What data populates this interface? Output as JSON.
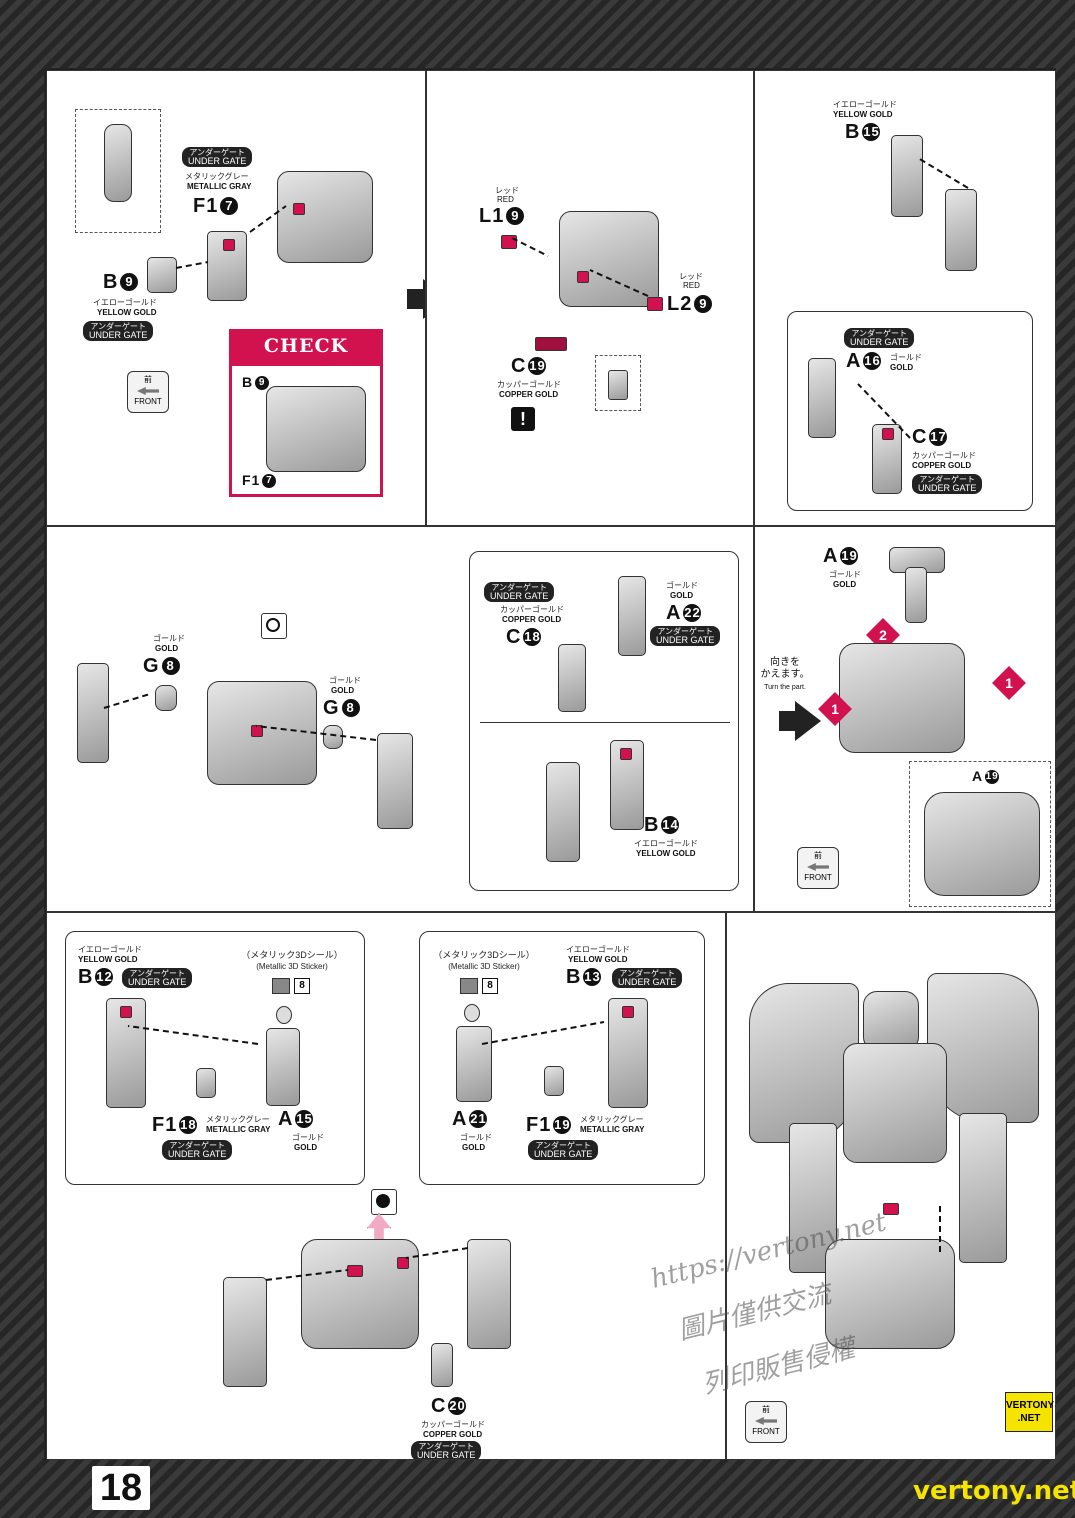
{
  "page_number": "18",
  "site": "vertony.net",
  "logo": {
    "line1": "VERTONY",
    "line2": ".NET"
  },
  "watermark": {
    "url": "https://vertony.net",
    "line1": "圖片僅供交流",
    "line2": "列印販售侵權"
  },
  "front_label": {
    "jp": "前",
    "en": "FRONT"
  },
  "under_gate": {
    "jp": "アンダーゲート",
    "en": "UNDER GATE"
  },
  "check_point": "CHECK POINT",
  "turn_part": {
    "jp1": "向きを",
    "jp2": "かえます。",
    "en": "Turn the part."
  },
  "sticker": {
    "jp": "（メタリック3Dシール）",
    "en": "(Metallic 3D Sticker)",
    "num": "8"
  },
  "steps": {
    "one": "1",
    "two": "2"
  },
  "colors": {
    "accent": "#d1124f",
    "dark": "#222222"
  },
  "parts": {
    "p1_f1": {
      "letter": "F1",
      "num": "7",
      "jp": "メタリックグレー",
      "en": "METALLIC GRAY"
    },
    "p1_b9": {
      "letter": "B",
      "num": "9",
      "jp": "イエローゴールド",
      "en": "YELLOW GOLD"
    },
    "p1_cp_b9": {
      "letter": "B",
      "num": "9"
    },
    "p1_cp_f1": {
      "letter": "F1",
      "num": "7"
    },
    "p2_l1": {
      "letter": "L1",
      "num": "9",
      "jp": "レッド",
      "en": "RED"
    },
    "p2_l2": {
      "letter": "L2",
      "num": "9",
      "jp": "レッド",
      "en": "RED"
    },
    "p2_c19": {
      "letter": "C",
      "num": "19",
      "jp": "カッパーゴールド",
      "en": "COPPER GOLD"
    },
    "p2_warn": "!",
    "p3_b15": {
      "letter": "B",
      "num": "15",
      "jp": "イエローゴールド",
      "en": "YELLOW GOLD"
    },
    "p3_a16": {
      "letter": "A",
      "num": "16",
      "jp": "ゴールド",
      "en": "GOLD"
    },
    "p3_c17": {
      "letter": "C",
      "num": "17",
      "jp": "カッパーゴールド",
      "en": "COPPER GOLD"
    },
    "p4_g8a": {
      "letter": "G",
      "num": "8",
      "jp": "ゴールド",
      "en": "GOLD"
    },
    "p4_g8b": {
      "letter": "G",
      "num": "8",
      "jp": "ゴールド",
      "en": "GOLD"
    },
    "p4_c18": {
      "letter": "C",
      "num": "18",
      "jp": "カッパーゴールド",
      "en": "COPPER GOLD"
    },
    "p4_a22": {
      "letter": "A",
      "num": "22",
      "jp": "ゴールド",
      "en": "GOLD"
    },
    "p4_b14": {
      "letter": "B",
      "num": "14",
      "jp": "イエローゴールド",
      "en": "YELLOW GOLD"
    },
    "p5_a19": {
      "letter": "A",
      "num": "19",
      "jp": "ゴールド",
      "en": "GOLD"
    },
    "p5_a19b": {
      "letter": "A",
      "num": "19"
    },
    "p6_b12": {
      "letter": "B",
      "num": "12",
      "jp": "イエローゴールド",
      "en": "YELLOW GOLD"
    },
    "p6_f118": {
      "letter": "F1",
      "num": "18",
      "jp": "メタリックグレー",
      "en": "METALLIC GRAY"
    },
    "p6_a15": {
      "letter": "A",
      "num": "15",
      "jp": "ゴールド",
      "en": "GOLD"
    },
    "p6_b13": {
      "letter": "B",
      "num": "13",
      "jp": "イエローゴールド",
      "en": "YELLOW GOLD"
    },
    "p6_a21": {
      "letter": "A",
      "num": "21",
      "jp": "ゴールド",
      "en": "GOLD"
    },
    "p6_f119": {
      "letter": "F1",
      "num": "19",
      "jp": "メタリックグレー",
      "en": "METALLIC GRAY"
    },
    "p6_c20": {
      "letter": "C",
      "num": "20",
      "jp": "カッパーゴールド",
      "en": "COPPER GOLD"
    }
  }
}
